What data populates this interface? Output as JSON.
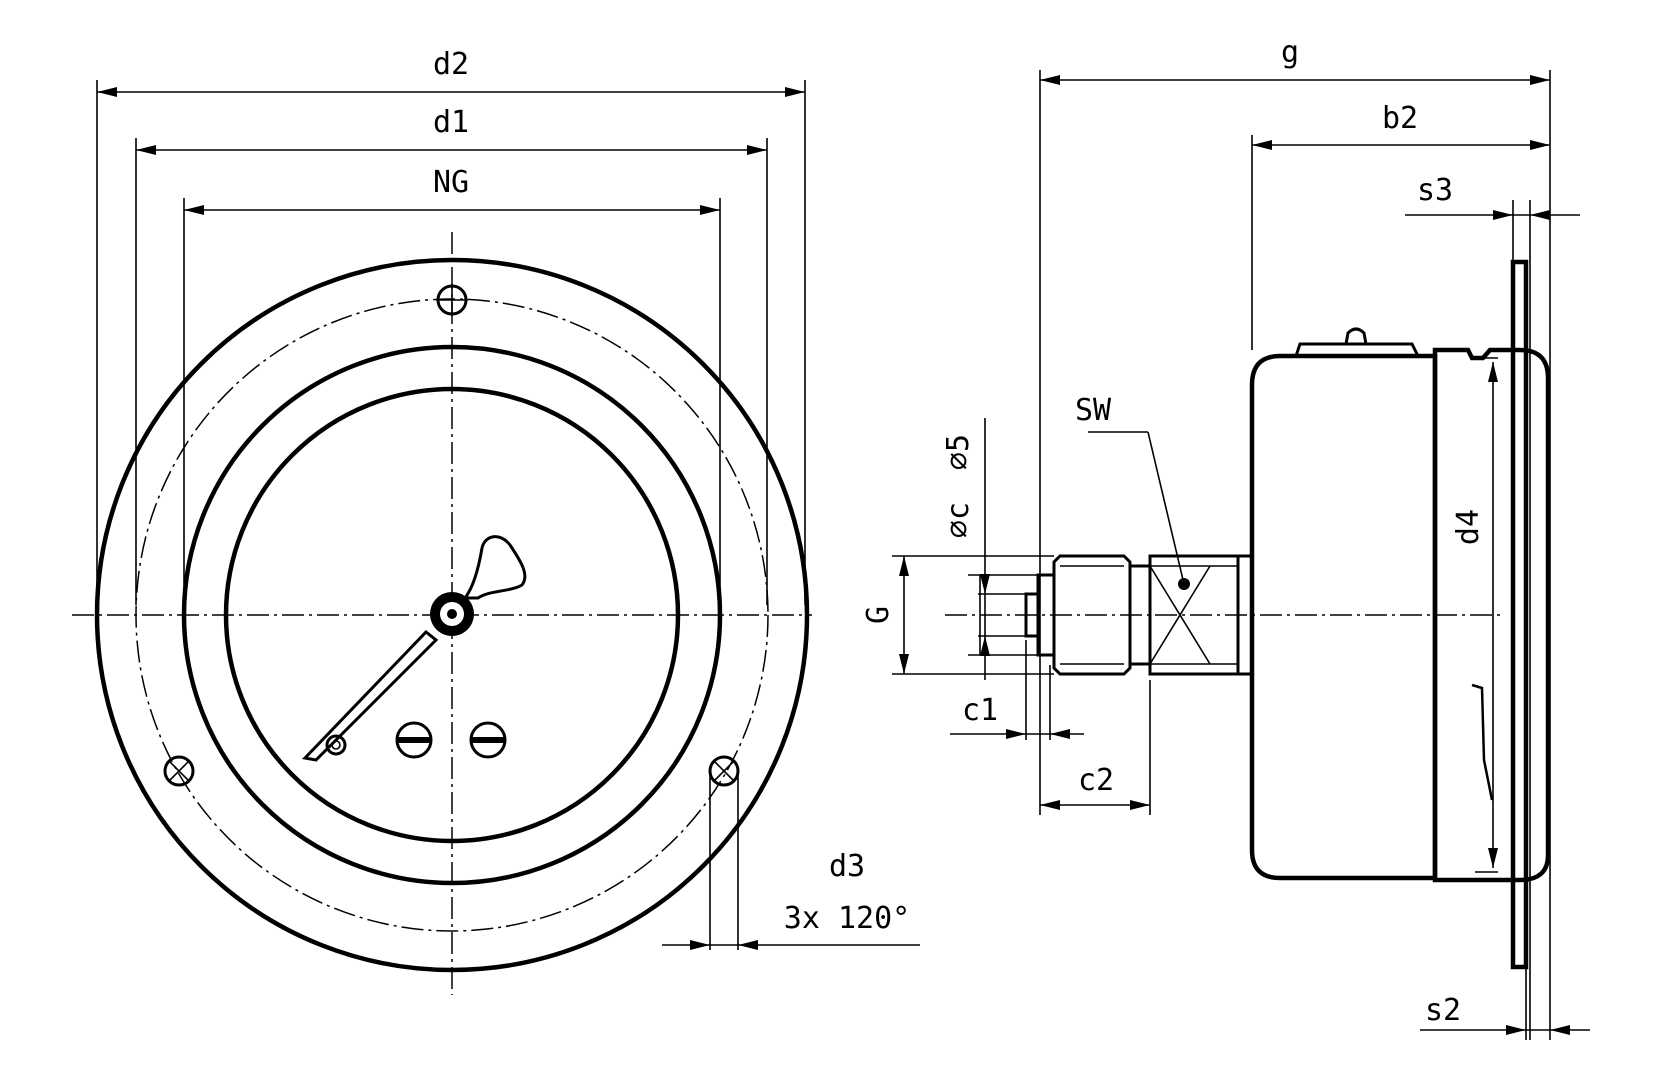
{
  "front_view": {
    "labels": {
      "d2": "d2",
      "d1": "d1",
      "ng": "NG",
      "d3": "d3",
      "d3_note": "3x 120°"
    }
  },
  "side_view": {
    "labels": {
      "g": "g",
      "b2": "b2",
      "s3": "s3",
      "s2": "s2",
      "sw": "SW",
      "dia_c": "⌀c",
      "dia_5": "⌀5",
      "thread": "G",
      "c1": "c1",
      "c2": "c2",
      "d4": "d4"
    }
  }
}
